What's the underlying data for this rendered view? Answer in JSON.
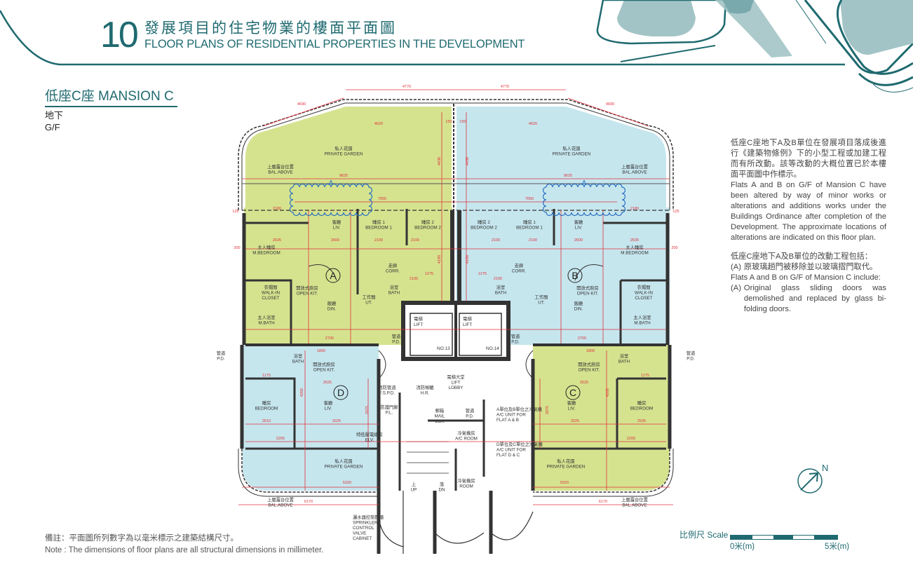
{
  "header": {
    "number": "10",
    "title_zh": "發展項目的住宅物業的樓面平面圖",
    "title_en": "FLOOR PLANS OF RESIDENTIAL PROPERTIES IN THE DEVELOPMENT"
  },
  "section": {
    "title": "低座C座 MANSION C",
    "floor_zh": "地下",
    "floor_en": "G/F"
  },
  "notice": {
    "para_zh": "低座C座地下A及B單位在發展項目落成後進行《建築物條例》下的小型工程或加建工程而有所改動。該等改動的大概位置已於本樓面平面圖中作標示。",
    "para_en": "Flats A and B on G/F of Mansion C have been altered by way of minor works or alterations and additions works under the Buildings Ordinance after completion of the Development. The approximate locations of alterations are indicated on this floor plan.",
    "list_heading_zh": "低座C座地下A及B單位的改動工程包括：",
    "item_label": "(A)",
    "item_zh": "原玻璃趟門被移除並以玻璃摺門取代。",
    "list_heading_en": "Flats A and B on G/F of Mansion C include:",
    "item_en": "Original glass sliding doors was demolished and replaced by glass bi-folding doors."
  },
  "notes": {
    "zh": "備註：平面圖所列數字為以毫米標示之建築結構尺寸。",
    "en": "Note : The dimensions of floor plans are all structural dimensions in millimeter."
  },
  "scale": {
    "label": "比例尺 Scale",
    "start": "0米(m)",
    "end": "5米(m)"
  },
  "north": "N",
  "colors": {
    "brand_teal": "#1f6a70",
    "light_teal": "#a3c4c6",
    "flat_green": "#d5e38f",
    "flat_blue": "#c6e6ee",
    "dimension_red": "#e0323c",
    "alteration_blue": "#2a6fc0"
  },
  "plan": {
    "unit_markers": [
      "A",
      "B",
      "C",
      "D"
    ],
    "alteration_mark": "A",
    "lifts": [
      {
        "zh": "電梯",
        "en": "LIFT",
        "no": "NO.13"
      },
      {
        "zh": "電梯",
        "en": "LIFT",
        "no": "NO.14"
      }
    ],
    "rooms": [
      {
        "zh": "私人花園",
        "en": "PRIVATE GARDEN"
      },
      {
        "zh": "私人花園",
        "en": "PRIVATE GARDEN"
      },
      {
        "zh": "上層露台位置",
        "en": "BAL.ABOVE"
      },
      {
        "zh": "上層露台位置",
        "en": "BAL.ABOVE"
      },
      {
        "zh": "客廳",
        "en": "LIV."
      },
      {
        "zh": "睡房 1",
        "en": "BEDROOM 1"
      },
      {
        "zh": "睡房 2",
        "en": "BEDROOM 2"
      },
      {
        "zh": "主人睡房",
        "en": "M.BEDROOM"
      },
      {
        "zh": "走廊",
        "en": "CORR."
      },
      {
        "zh": "浴室",
        "en": "BATH"
      },
      {
        "zh": "工作間",
        "en": "UT."
      },
      {
        "zh": "衣帽間",
        "en": "WALK-IN",
        "en2": "CLOSET"
      },
      {
        "zh": "開放式廚房",
        "en": "OPEN KIT."
      },
      {
        "zh": "飯廳",
        "en": "DIN."
      },
      {
        "zh": "主人浴室",
        "en": "M.BATH"
      },
      {
        "zh": "管道",
        "en": "P.D."
      },
      {
        "zh": "睡房 2",
        "en": "BEDROOM 2"
      },
      {
        "zh": "睡房 1",
        "en": "BEDROOM 1"
      },
      {
        "zh": "客廳",
        "en": "LIV."
      },
      {
        "zh": "主人睡房",
        "en": "M.BEDROOM"
      },
      {
        "zh": "走廊",
        "en": "CORR."
      },
      {
        "zh": "浴室",
        "en": "BATH"
      },
      {
        "zh": "工作間",
        "en": "UT."
      },
      {
        "zh": "開放式廚房",
        "en": "OPEN KIT."
      },
      {
        "zh": "衣帽間",
        "en": "WALK-IN",
        "en2": "CLOSET"
      },
      {
        "zh": "飯廳",
        "en": "DIN."
      },
      {
        "zh": "主人浴室",
        "en": "M.BATH"
      },
      {
        "zh": "管道",
        "en": "P.D."
      },
      {
        "zh": "管道",
        "en": "P.D."
      },
      {
        "zh": "管道",
        "en": "P.D."
      },
      {
        "zh": "浴室",
        "en": "BATH"
      },
      {
        "zh": "開放式廚房",
        "en": "OPEN KIT."
      },
      {
        "zh": "睡房",
        "en": "BEDROOM"
      },
      {
        "zh": "客廳",
        "en": "LIV."
      },
      {
        "zh": "私人花園",
        "en": "PRIVATE GARDEN"
      },
      {
        "zh": "浴室",
        "en": "BATH"
      },
      {
        "zh": "開放式廚房",
        "en": "OPEN KIT."
      },
      {
        "zh": "睡房",
        "en": "BEDROOM"
      },
      {
        "zh": "客廳",
        "en": "LIV."
      },
      {
        "zh": "私人花園",
        "en": "PRIVATE GARDEN"
      },
      {
        "zh": "電梯大堂",
        "en": "LIFT",
        "en2": "LOBBY"
      },
      {
        "zh": "消防管道",
        "en": "F.S.P.D."
      },
      {
        "zh": "消防喉轆",
        "en": "H.R."
      },
      {
        "zh": "防護門廊",
        "en": "P.L."
      },
      {
        "zh": "郵箱",
        "en": "MAIL",
        "en2": "BOX"
      },
      {
        "zh": "管道",
        "en": "P.D."
      },
      {
        "zh": "A單位及B單位之冷氣機",
        "en": "A/C UNIT FOR",
        "en2": "FLAT A & B"
      },
      {
        "zh": "D單位及C單位之冷氣機",
        "en": "A/C UNIT FOR",
        "en2": "FLAT D & C"
      },
      {
        "zh": "冷氣機房",
        "en": "A/C ROOM"
      },
      {
        "zh": "冷氣機房",
        "en": "ROOM"
      },
      {
        "zh": "特低壓電線房",
        "en": "ELV."
      },
      {
        "zh": "上",
        "en": "UP"
      },
      {
        "zh": "落",
        "en": "DN"
      },
      {
        "zh": "灑水器控制閥櫃",
        "en": "SPRINKLER",
        "en2": "CONTROL",
        "en3": "VALVE",
        "en4": "CABINET"
      },
      {
        "zh": "上層露台位置",
        "en": "BAL.ABOVE"
      },
      {
        "zh": "上層露台位置",
        "en": "BAL.ABOVE"
      }
    ],
    "dimensions": [
      "4770",
      "4770",
      "4690",
      "4690",
      "4620",
      "4620",
      "150",
      "150",
      "9625",
      "9625",
      "7050",
      "7050",
      "2180",
      "2180",
      "2635",
      "2635",
      "2600",
      "2600",
      "2100",
      "2100",
      "2100",
      "2100",
      "2100",
      "2100",
      "1275",
      "1275",
      "4436",
      "4436",
      "4190",
      "4190",
      "2700",
      "2700",
      "1800",
      "1800",
      "2625",
      "2625",
      "3325",
      "3325",
      "2610",
      "2535",
      "2205",
      "2205",
      "5320",
      "5320",
      "6170",
      "6170",
      "1175",
      "1175",
      "4200",
      "4200",
      "2075",
      "2075",
      "200",
      "200",
      "125",
      "125"
    ]
  }
}
